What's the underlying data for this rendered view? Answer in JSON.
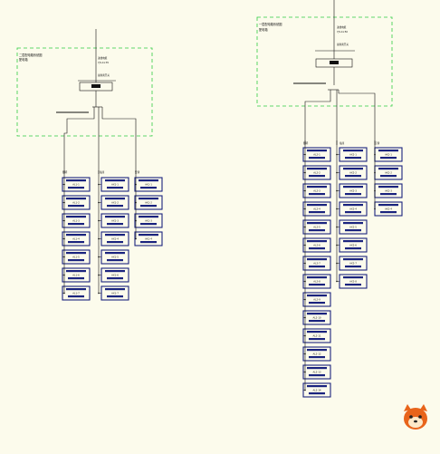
{
  "diagram": {
    "background": "#fcfbec",
    "colors": {
      "line": "#111111",
      "frame": "#2ecc40",
      "box": "#1a237e",
      "bar": "#1a237e"
    },
    "left_panel": {
      "frame_title": "二层配电箱系统图",
      "frame_subtitle": "配电箱",
      "feeder_text": "进线电缆",
      "feeder_text2": "YJV-4×35",
      "breaker_text": "总隔离开关",
      "groups": [
        {
          "label": "照明",
          "boxes": [
            "AL1-1",
            "AL1-2",
            "AL1-3",
            "AL1-4",
            "AL1-5",
            "AL1-6",
            "AL1-7"
          ]
        },
        {
          "label": "插座",
          "boxes": [
            "AX1-1",
            "AX1-2",
            "AX1-3",
            "AX1-4",
            "AX1-5",
            "AX1-6",
            "AX1-7"
          ]
        },
        {
          "label": "空调",
          "boxes": [
            "AK1-1",
            "AK1-2",
            "AK1-3",
            "AK1-4"
          ]
        }
      ]
    },
    "right_panel": {
      "frame_title": "一层配电箱系统图",
      "frame_subtitle": "配电箱",
      "feeder_text": "进线电缆",
      "feeder_text2": "YJV-4×50",
      "breaker_text": "总隔离开关",
      "groups": [
        {
          "label": "照明",
          "boxes": [
            "AL2-1",
            "AL2-2",
            "AL2-3",
            "AL2-4",
            "AL2-5",
            "AL2-6",
            "AL2-7",
            "AL2-8",
            "AL2-9",
            "AL2-10",
            "AL2-11",
            "AL2-12",
            "AL2-13",
            "AL2-14"
          ]
        },
        {
          "label": "插座",
          "boxes": [
            "AX2-1",
            "AX2-2",
            "AX2-3",
            "AX2-4",
            "AX2-5",
            "AX2-6",
            "AX2-7",
            "AX2-8"
          ]
        },
        {
          "label": "空调",
          "boxes": [
            "AK2-1",
            "AK2-2",
            "AK2-3",
            "AK2-4"
          ]
        }
      ]
    }
  }
}
